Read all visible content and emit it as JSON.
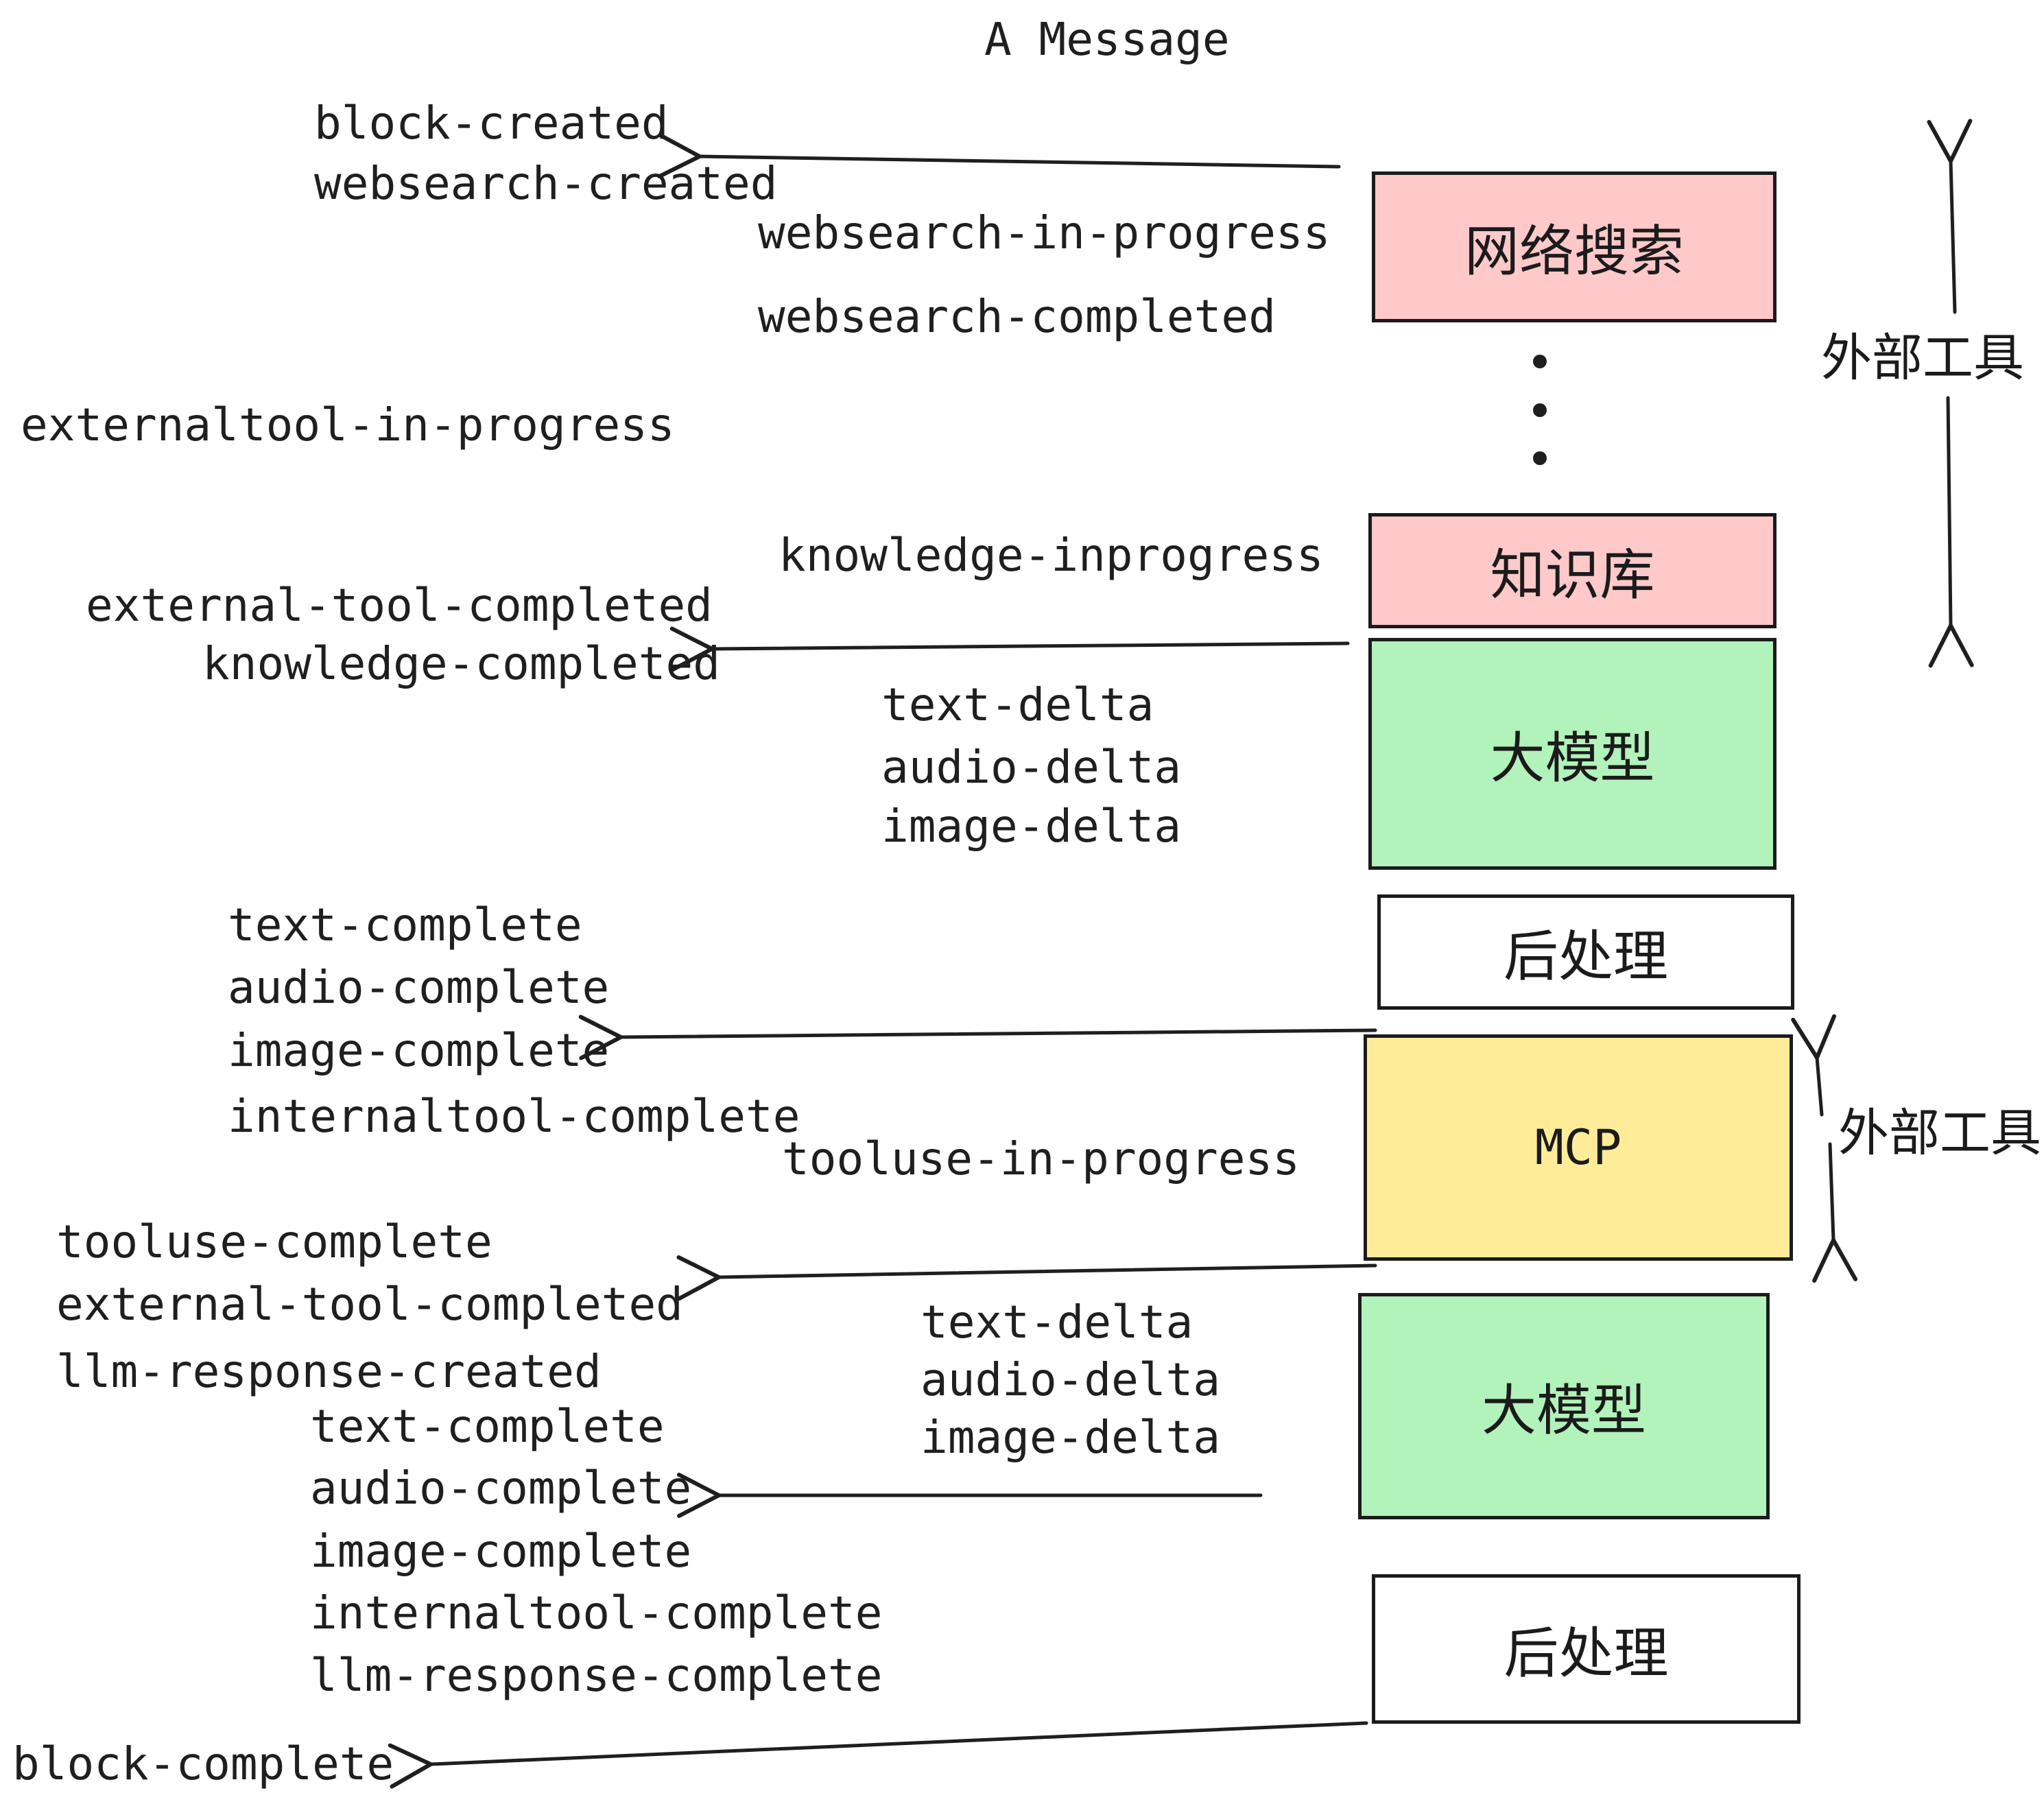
{
  "title": "A Message",
  "colors": {
    "pink_box": "#ffc9c9",
    "green_box": "#b2f2bb",
    "yellow_box": "#ffec99",
    "white_box": "#ffffff",
    "ink": "#1f1f1f"
  },
  "boxes": {
    "websearch": {
      "label": "网络搜索"
    },
    "knowledge": {
      "label": "知识库"
    },
    "llm": {
      "label": "大模型"
    },
    "postprocess": {
      "label": "后处理"
    },
    "mcp": {
      "label": "MCP"
    }
  },
  "side_labels": {
    "external_tools": "外部工具"
  },
  "events": {
    "block_created": "block-created",
    "websearch_created": "websearch-created",
    "websearch_in_progress": "websearch-in-progress",
    "websearch_completed": "websearch-completed",
    "externaltool_in_progress": "externaltool-in-progress",
    "knowledge_inprogress": "knowledge-inprogress",
    "external_tool_completed": "external-tool-completed",
    "knowledge_completed": "knowledge-completed",
    "text_delta": "text-delta",
    "audio_delta": "audio-delta",
    "image_delta": "image-delta",
    "text_complete": "text-complete",
    "audio_complete": "audio-complete",
    "image_complete": "image-complete",
    "internaltool_complete": "internaltool-complete",
    "tooluse_in_progress": "tooluse-in-progress",
    "tooluse_complete": "tooluse-complete",
    "llm_response_created": "llm-response-created",
    "llm_response_complete": "llm-response-complete",
    "block_complete": "block-complete"
  }
}
